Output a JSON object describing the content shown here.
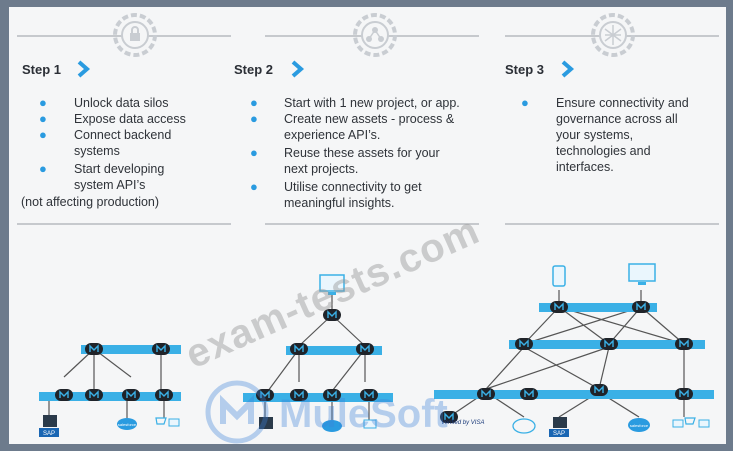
{
  "steps": [
    {
      "title": "Step 1",
      "icon": "gear-lock-icon",
      "bullets": [
        "Unlock data silos",
        "Expose data access",
        "Connect backend\nsystems",
        "Start developing\nsystem API’s"
      ],
      "note": "(not affecting production)"
    },
    {
      "title": "Step 2",
      "icon": "gear-network-icon",
      "bullets": [
        "Start with 1 new project, or app.",
        "Create new assets - process &\nexperience API’s.",
        "Reuse these assets for your\nnext projects.",
        "Utilise connectivity to get\nmeaningful insights."
      ]
    },
    {
      "title": "Step 3",
      "icon": "gear-mesh-icon",
      "bullets": [
        "Ensure connectivity and\ngovernance across all\nyour systems,\ntechnologies and\ninterfaces."
      ]
    }
  ],
  "diagram_labels": {
    "sap": "SAP",
    "salesforce": "salesforce",
    "visa": "Verified by VISA"
  },
  "watermark": "exam-tests.com",
  "logo": "MuleSoft",
  "colors": {
    "accent": "#2a9be0",
    "bar": "#3ab0e6",
    "node": "#1f2329"
  }
}
